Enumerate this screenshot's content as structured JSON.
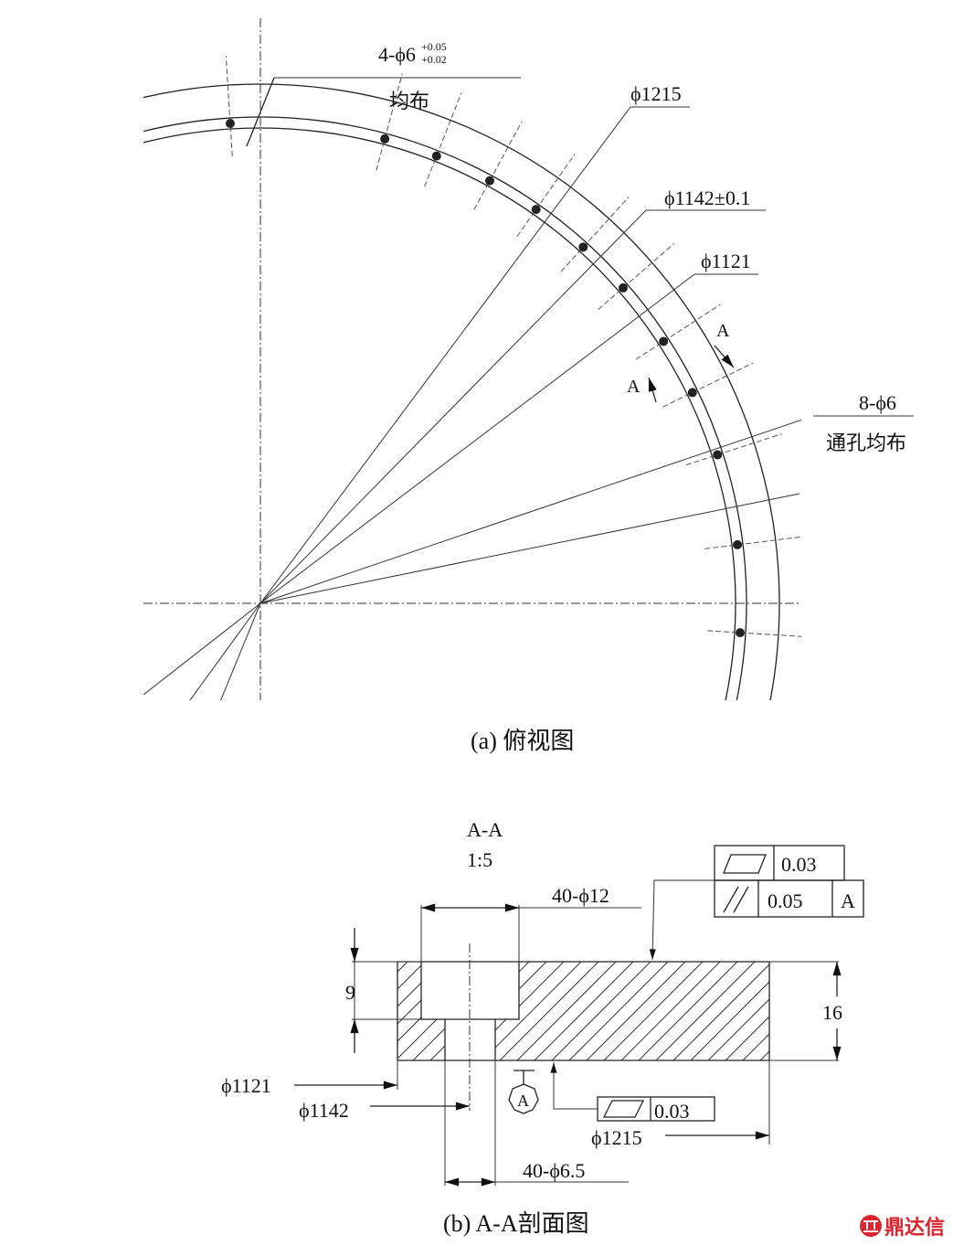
{
  "top_view": {
    "label_holes_main": "4-ϕ6",
    "label_holes_upper_tol": "+0.05",
    "label_holes_lower_tol": "+0.02",
    "label_even": "均布",
    "label_d1215": "ϕ1215",
    "label_d1142": "ϕ1142±0.1",
    "label_d1121": "ϕ1121",
    "label_section_a1": "A",
    "label_section_a2": "A",
    "label_8holes": "8-ϕ6",
    "label_through": "通孔均布",
    "caption": "(a)  俯视图"
  },
  "section_view": {
    "title": "A-A",
    "scale": "1:5",
    "flatness_top": "0.03",
    "parallelism": "0.05",
    "datum_ref": "A",
    "counterbore": "40-ϕ12",
    "depth": "9",
    "thickness": "16",
    "d1121": "ϕ1121",
    "d1142": "ϕ1142",
    "datum_symbol": "A",
    "flatness_bottom": "0.03",
    "d1215": "ϕ1215",
    "through_hole": "40-ϕ6.5",
    "caption": "(b)  A-A剖面图"
  },
  "watermark": {
    "text": "鼎达信",
    "color": "#d9232d"
  }
}
